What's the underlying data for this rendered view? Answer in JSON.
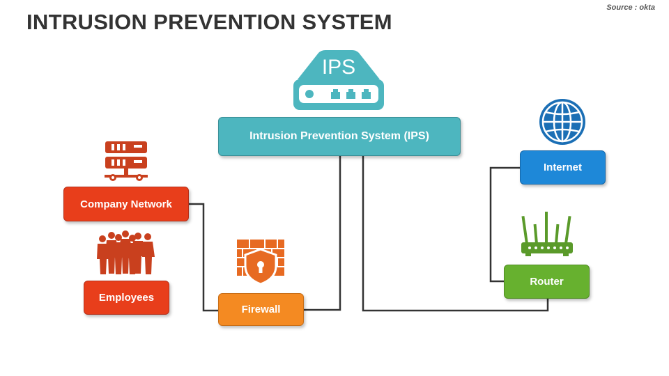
{
  "title": "INTRUSION PREVENTION SYSTEM",
  "source": "Source : okta",
  "ips_device_label": "IPS",
  "nodes": {
    "ips": {
      "label": "Intrusion Prevention System (IPS)",
      "color": "#4db6bf"
    },
    "company_network": {
      "label": "Company Network",
      "color": "#e83e1b"
    },
    "employees": {
      "label": "Employees",
      "color": "#e83e1b"
    },
    "firewall": {
      "label": "Firewall",
      "color": "#f48a22"
    },
    "internet": {
      "label": "Internet",
      "color": "#1e88d8"
    },
    "router": {
      "label": "Router",
      "color": "#67b12f"
    }
  },
  "colors": {
    "teal": "#4db6bf",
    "red": "#c9401e",
    "orange": "#e76a22",
    "blue": "#1b6fb5",
    "green": "#5a9a2a",
    "connector": "#333333"
  },
  "icons": [
    "ips-device-icon",
    "server-rack-icon",
    "people-group-icon",
    "firewall-shield-icon",
    "globe-icon",
    "router-icon"
  ]
}
